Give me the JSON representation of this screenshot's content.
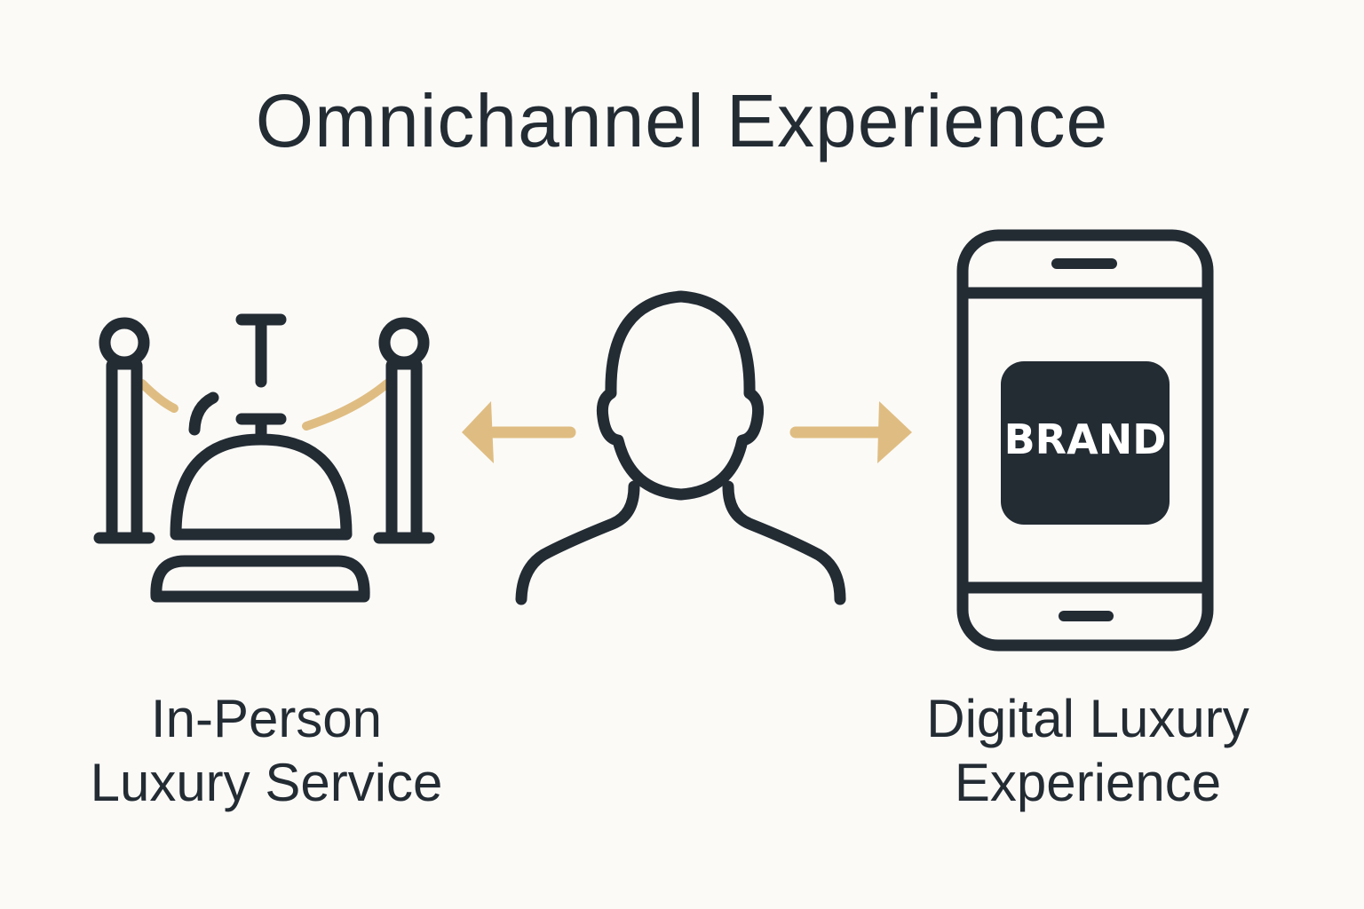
{
  "title": "Omnichannel Experience",
  "left": {
    "icon": "concierge-bell-with-stanchions-icon",
    "label_lines": [
      "In-Person",
      "Luxury Service"
    ]
  },
  "center": {
    "icon": "customer-person-icon",
    "arrows": [
      "arrow-left-icon",
      "arrow-right-icon"
    ]
  },
  "right": {
    "icon": "smartphone-icon",
    "app_label": "BRAND",
    "label_lines": [
      "Digital Luxury",
      "Experience"
    ]
  },
  "colors": {
    "background": "#fbfaf7",
    "ink": "#232b33",
    "accent_gold": "#dfbd82",
    "brand_text": "#ffffff"
  }
}
